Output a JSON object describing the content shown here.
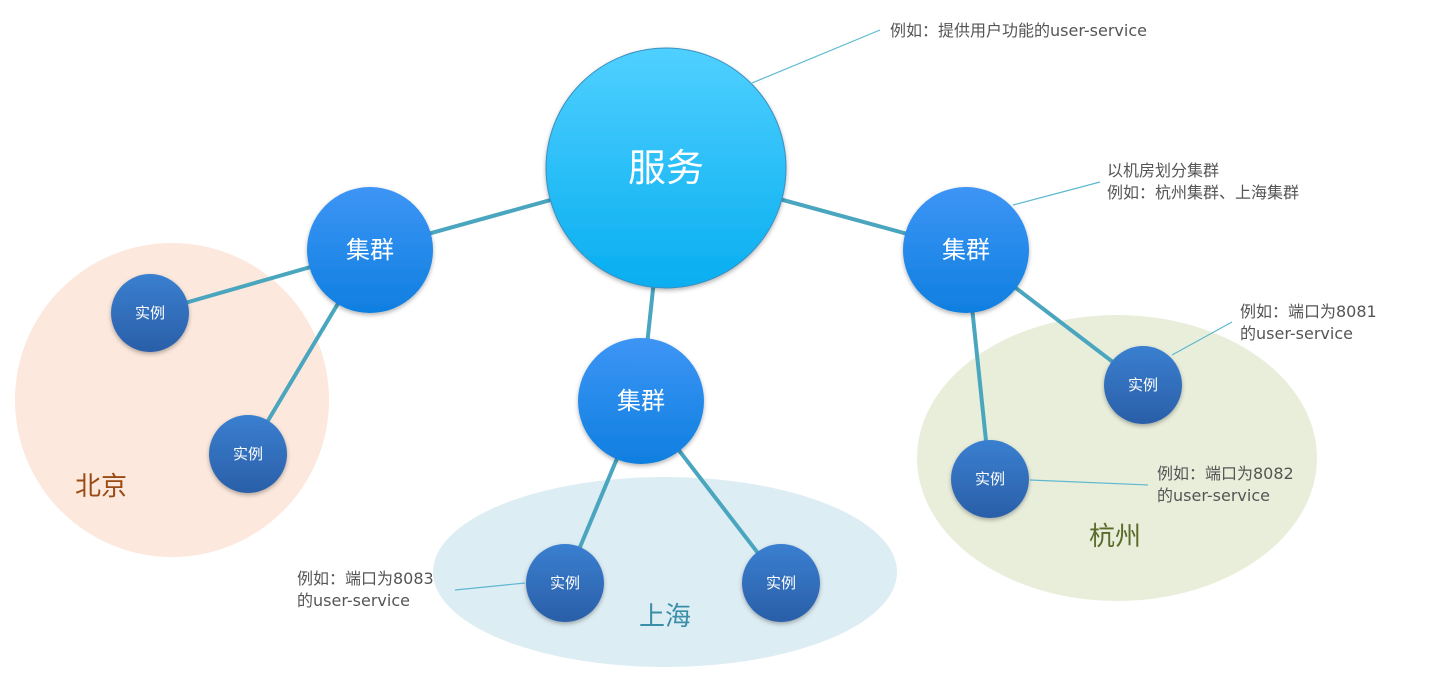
{
  "service": {
    "label": "服务"
  },
  "clusters": [
    {
      "label": "集群"
    },
    {
      "label": "集群"
    },
    {
      "label": "集群"
    }
  ],
  "instances": [
    {
      "label": "实例"
    },
    {
      "label": "实例"
    },
    {
      "label": "实例"
    },
    {
      "label": "实例"
    },
    {
      "label": "实例"
    },
    {
      "label": "实例"
    }
  ],
  "regions": {
    "beijing": {
      "label": "北京",
      "color": "#fce8dc",
      "text_color": "#9a4a14"
    },
    "shanghai": {
      "label": "上海",
      "color": "#dcedf3",
      "text_color": "#3a8ea8"
    },
    "hangzhou": {
      "label": "杭州",
      "color": "#e9eedb",
      "text_color": "#5a6a28"
    }
  },
  "annotations": {
    "service_note": "例如：提供用户功能的user-service",
    "cluster_note": [
      "以机房划分集群",
      "例如：杭州集群、上海集群"
    ],
    "instance_8081": [
      "例如：端口为8081",
      "的user-service"
    ],
    "instance_8082": [
      "例如：端口为8082",
      "的user-service"
    ],
    "instance_8083": [
      "例如：端口为8083",
      "的user-service"
    ]
  }
}
